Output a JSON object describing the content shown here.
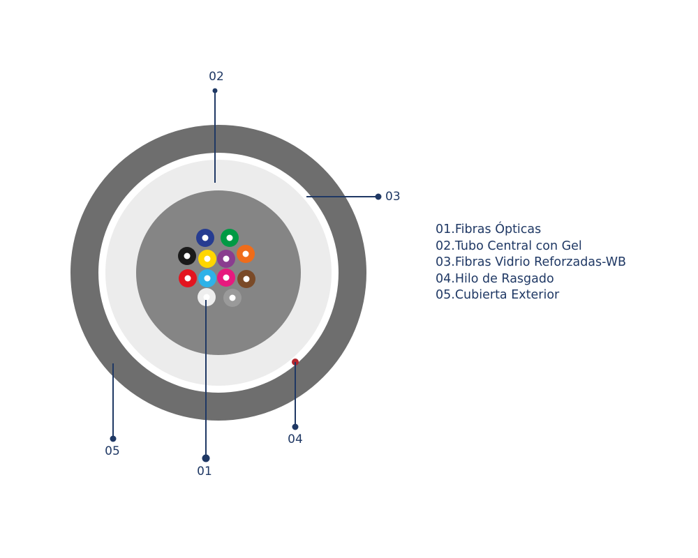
{
  "callouts": {
    "c01": "01",
    "c02": "02",
    "c03": "03",
    "c04": "04",
    "c05": "05"
  },
  "legend": [
    "01.Fibras Ópticas",
    "02.Tubo Central con Gel",
    "03.Fibras Vidrio Reforzadas-WB",
    "04.Hilo de Rasgado",
    "05.Cubierta Exterior"
  ],
  "colors": {
    "outer_jacket": "#6e6e6e",
    "separator": "#ffffff",
    "strength_layer": "#ececec",
    "central_tube": "#858585",
    "ripcord": "#b3262e",
    "leader_lines": "#1f3864"
  },
  "fibers": [
    {
      "color": "#263c91"
    },
    {
      "color": "#009a44"
    },
    {
      "color": "#1a1a1a"
    },
    {
      "color": "#ffd600"
    },
    {
      "color": "#8a3d8f"
    },
    {
      "color": "#ef6c1a"
    },
    {
      "color": "#e3141f"
    },
    {
      "color": "#2eb2e8"
    },
    {
      "color": "#e6197e"
    },
    {
      "color": "#7a4a28"
    },
    {
      "color": "#eeeeee"
    },
    {
      "color": "#9a9a9a"
    }
  ]
}
